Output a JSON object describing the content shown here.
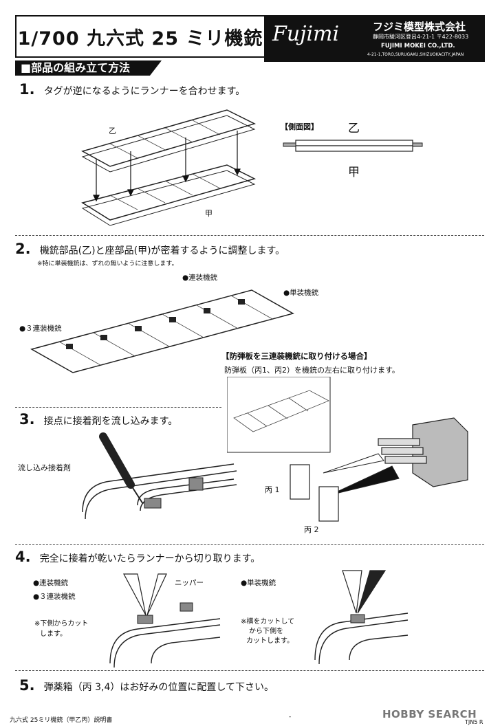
{
  "header": {
    "title": "1/700 九六式 25 ミリ機銃",
    "brand_logo": "Fujimi",
    "company_jp": "フジミ模型株式会社",
    "address_jp": "静岡市駿河区登呂4-21-1  〒422-8033",
    "company_en": "FUJIMI MOKEI CO.,LTD.",
    "address_en": "4-21-1,TORO,SURUGAKU,SHIZUOKACITY,JAPAN"
  },
  "section": {
    "heading": "■部品の組み立て方法"
  },
  "step1": {
    "number": "1.",
    "text": "タグが逆になるようにランナーを合わせます。",
    "label_otsu": "乙",
    "label_ko": "甲",
    "side_view_label": "【側面図】",
    "side_otsu": "乙",
    "side_ko": "甲"
  },
  "step2": {
    "number": "2.",
    "text": "機銃部品(乙)と座部品(甲)が密着するように調整します。",
    "note": "※特に単装機銃は、ずれの無いように注意します。",
    "label_twin": "●連装機銃",
    "label_single": "●単装機銃",
    "label_triple": "●３連装機銃",
    "shield_title": "【防弾板を三連装機銃に取り付ける場合】",
    "shield_text": "防弾板（丙1、丙2）を機銃の左右に取り付けます。",
    "part1": "丙 1",
    "part2": "丙 2"
  },
  "step3": {
    "number": "3.",
    "text": "接点に接着剤を流し込みます。",
    "glue_label": "流し込み接着剤"
  },
  "step4": {
    "number": "4.",
    "text": "完全に接着が乾いたらランナーから切り取ります。",
    "label_twin": "●連装機銃",
    "label_triple": "●３連装機銃",
    "note_left_1": "※下側からカット",
    "note_left_2": "します。",
    "nipper": "ニッパー",
    "label_single": "●単装機銃",
    "note_right_1": "※横をカットして",
    "note_right_2": "から下側を",
    "note_right_3": "カットします。"
  },
  "step5": {
    "number": "5.",
    "text": "弾薬箱（丙 3,4）はお好みの位置に配置して下さい。"
  },
  "footer": {
    "left": "九六式 25ミリ機銃（甲乙丙）説明書",
    "center": "-",
    "watermark": "HOBBY SEARCH",
    "right": "TJN5 R"
  }
}
